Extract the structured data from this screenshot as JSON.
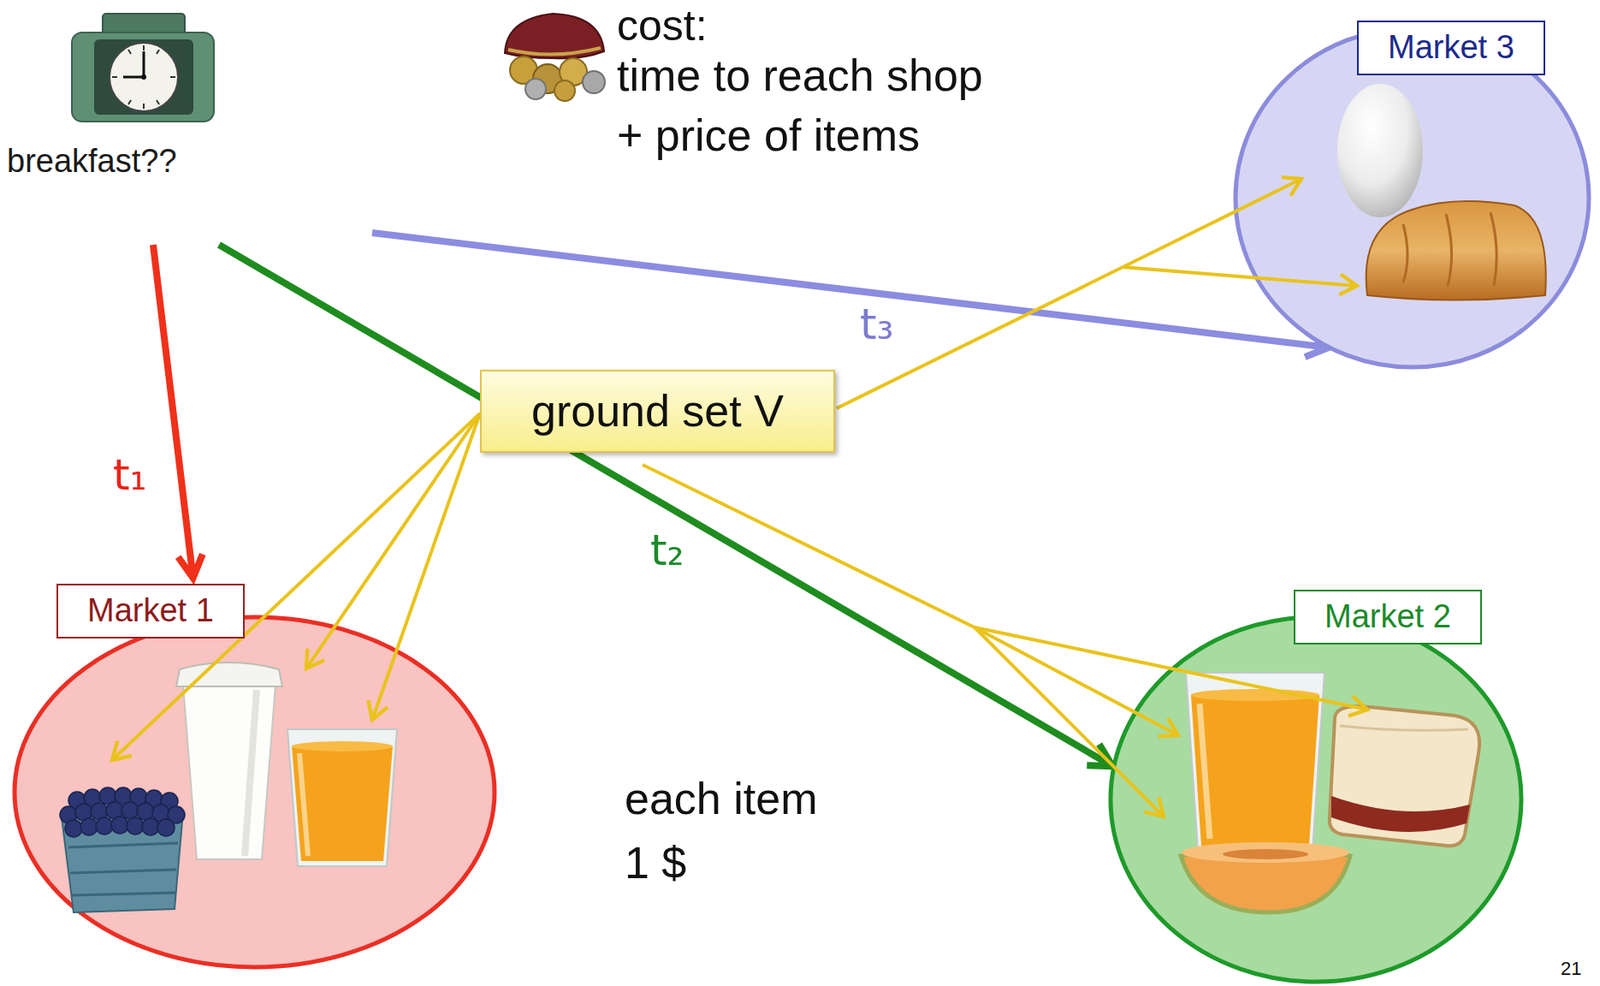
{
  "diagram": {
    "nodes": [
      {
        "text": [
          "breakfast??"
        ]
      },
      {
        "text": [
          "Market 3"
        ]
      },
      {
        "text": [
          "ground set V"
        ]
      },
      {
        "text": [
          "Market 1"
        ]
      },
      {
        "text": [
          "Market 2"
        ]
      }
    ],
    "edges": [
      {
        "from": 0,
        "to": 3,
        "arrow": "to",
        "label": "t₁"
      },
      {
        "from": 0,
        "to": 4,
        "arrow": "to",
        "label": "t₂"
      },
      {
        "from": 0,
        "to": 1,
        "arrow": "to",
        "label": "t₃"
      }
    ],
    "labels": [
      "cost:",
      "time to reach shop",
      "+ price of items",
      "each item 1 $",
      "21"
    ]
  }
}
